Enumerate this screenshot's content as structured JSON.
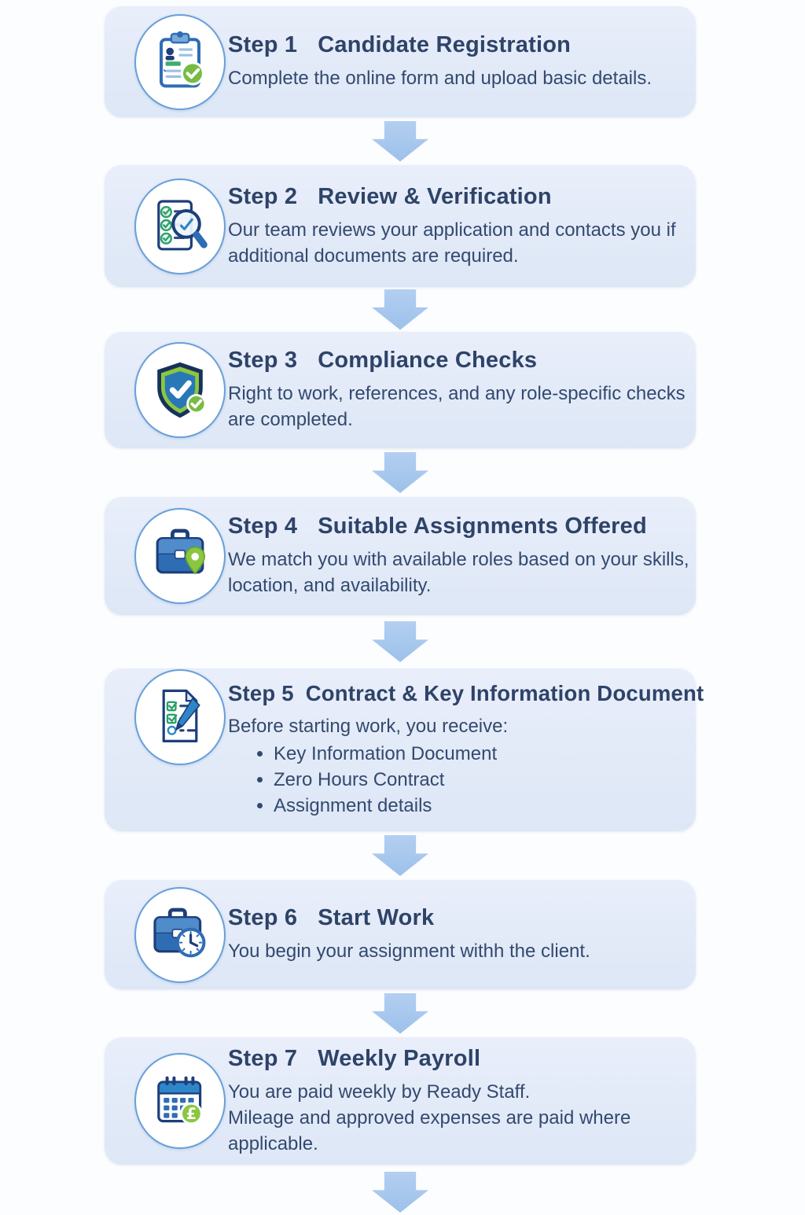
{
  "theme": {
    "card_background": "#e3eaf7",
    "page_background": "#fcfdfe",
    "title_color": "#2e4368",
    "body_color": "#33496e",
    "arrow_color": "#a5c6ec",
    "circle_border": "#69a0d9",
    "accent_green": "#77bb43",
    "accent_blue": "#2e6db4",
    "accent_navy": "#1d3f7a"
  },
  "steps": [
    {
      "label": "Step 1",
      "title": "Candidate Registration",
      "description": "Complete the online form and upload basic details.",
      "icon": "clipboard-check-icon"
    },
    {
      "label": "Step 2",
      "title": "Review & Verification",
      "description": "Our team reviews your application and contacts you if additional documents are required.",
      "icon": "checklist-magnifier-icon"
    },
    {
      "label": "Step 3",
      "title": "Compliance Checks",
      "description": "Right to work, references, and any role-specific checks are completed.",
      "icon": "shield-check-icon"
    },
    {
      "label": "Step 4",
      "title": "Suitable Assignments Offered",
      "description": "We match you with available roles based on your skills, location, and availability.",
      "icon": "briefcase-pin-icon"
    },
    {
      "label": "Step 5",
      "title": "Contract & Key Information Document",
      "description": "Before starting work, you receive:",
      "bullets": [
        "Key Information Document",
        "Zero Hours Contract",
        "Assignment details"
      ],
      "icon": "document-pen-icon"
    },
    {
      "label": "Step 6",
      "title": "Start Work",
      "description": "You begin your assignment withh the client.",
      "icon": "briefcase-clock-icon"
    },
    {
      "label": "Step 7",
      "title": "Weekly Payroll",
      "description": "You are paid weekly by Ready Staff.",
      "description2": "Mileage and approved expenses are paid where applicable.",
      "icon": "calendar-pound-icon"
    }
  ]
}
